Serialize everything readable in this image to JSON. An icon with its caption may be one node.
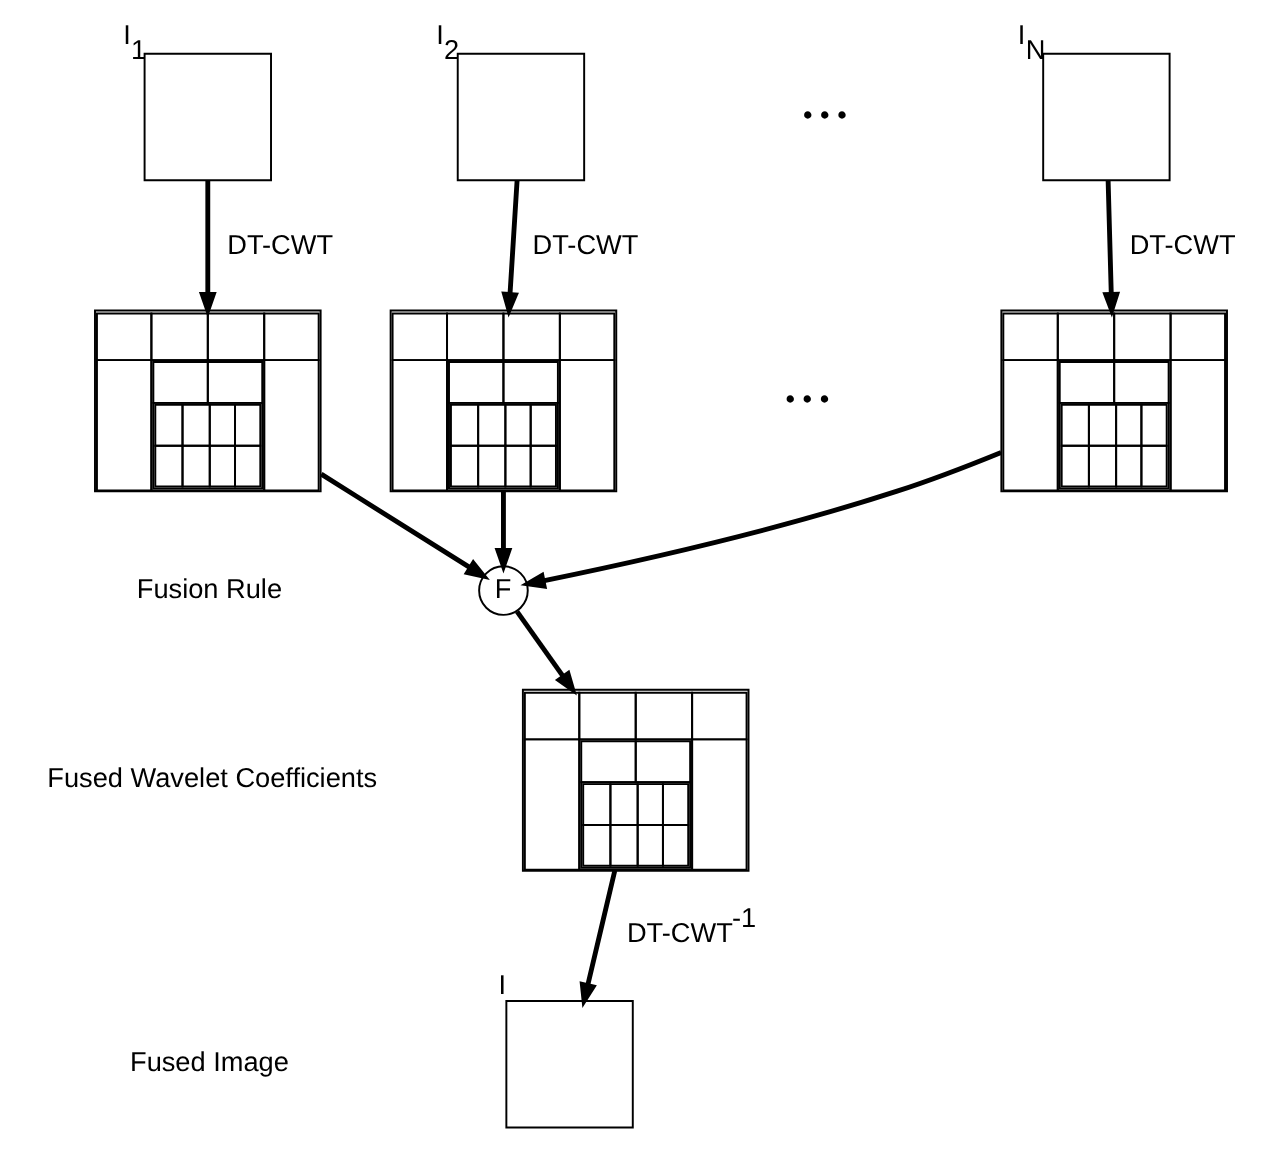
{
  "diagram": {
    "nodes": [
      {
        "text": [],
        "shape": "box",
        "beside": [
          "I$_{1}$"
        ]
      },
      {
        "text": [],
        "shape": "box",
        "beside": [
          "I$_{2}$"
        ]
      },
      {
        "text": [],
        "shape": "box",
        "beside": [
          "I$_{N}$"
        ]
      },
      {
        "text": [],
        "shape": "picture"
      },
      {
        "text": [],
        "shape": "picture"
      },
      {
        "text": [],
        "shape": "picture"
      },
      {
        "text": [
          "F"
        ]
      },
      {
        "text": [],
        "shape": "picture"
      },
      {
        "text": [],
        "shape": "box",
        "beside": [
          "I"
        ]
      }
    ],
    "edges": [
      {
        "from": 0,
        "to": 3,
        "arrow": "to",
        "label": "DT-CWT"
      },
      {
        "from": 1,
        "to": 4,
        "arrow": "to",
        "label": "DT-CWT"
      },
      {
        "from": 2,
        "to": 5,
        "arrow": "to",
        "label": "DT-CWT"
      },
      {
        "from": 3,
        "to": 6,
        "arrow": "to"
      },
      {
        "from": 4,
        "to": 6,
        "arrow": "to"
      },
      {
        "from": 5,
        "to": 6,
        "arrow": "to"
      },
      {
        "from": 6,
        "to": 7,
        "arrow": "to"
      },
      {
        "from": 7,
        "to": 8,
        "arrow": "to",
        "label": "DT-CWT$^{-1}$"
      }
    ],
    "labels": [
      "• • •",
      "• • •",
      "Fusion Rule",
      "Fused Wavelet Coefficients",
      "Fused Image"
    ]
  }
}
